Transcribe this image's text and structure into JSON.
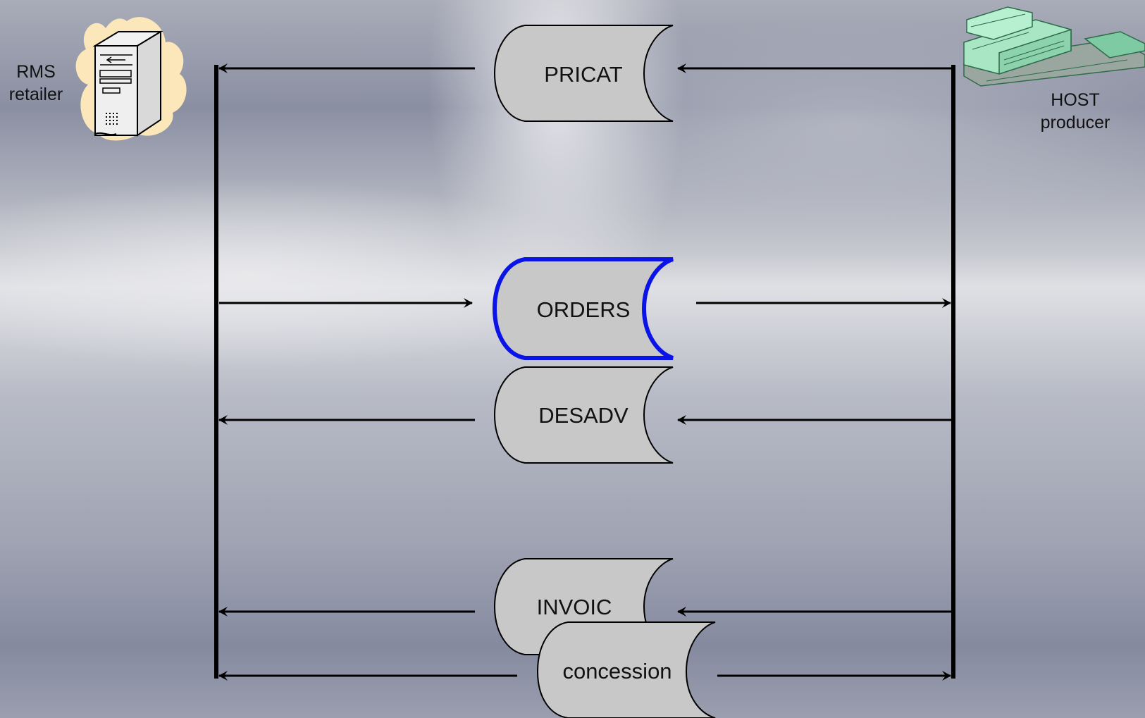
{
  "actors": {
    "retailer": {
      "line1": "RMS",
      "line2": "retailer"
    },
    "producer": {
      "line1": "HOST",
      "line2": "producer"
    }
  },
  "messages": [
    {
      "label": "PRICAT",
      "direction": "producer-to-retailer",
      "highlighted": false
    },
    {
      "label": "ORDERS",
      "direction": "retailer-to-producer",
      "highlighted": true
    },
    {
      "label": "DESADV",
      "direction": "producer-to-retailer",
      "highlighted": false
    },
    {
      "label": "INVOIC",
      "direction": "producer-to-retailer",
      "highlighted": false
    },
    {
      "label": "concession",
      "direction": "bidirectional",
      "highlighted": false
    }
  ],
  "colors": {
    "document_fill": "#c8c8c8",
    "highlight_stroke": "#0a14e6",
    "line": "#000000"
  }
}
